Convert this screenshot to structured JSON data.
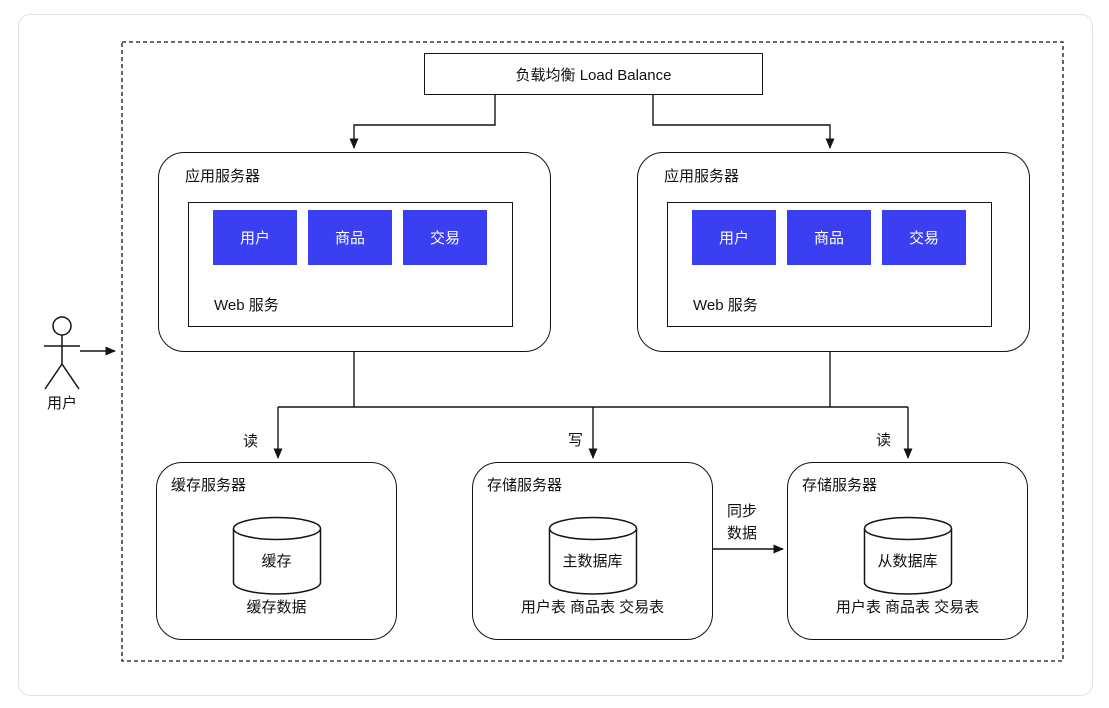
{
  "diagram": {
    "actor": {
      "label": "用户"
    },
    "load_balancer": {
      "label": "负载均衡 Load Balance"
    },
    "app_servers": [
      {
        "title": "应用服务器",
        "web_service_label": "Web 服务",
        "modules": [
          "用户",
          "商品",
          "交易"
        ]
      },
      {
        "title": "应用服务器",
        "web_service_label": "Web 服务",
        "modules": [
          "用户",
          "商品",
          "交易"
        ]
      }
    ],
    "cache_server": {
      "title": "缓存服务器",
      "database": "缓存",
      "caption": "缓存数据"
    },
    "master_storage": {
      "title": "存储服务器",
      "database": "主数据库",
      "caption": "用户表 商品表 交易表"
    },
    "slave_storage": {
      "title": "存储服务器",
      "database": "从数据库",
      "caption": "用户表 商品表 交易表"
    },
    "edge_labels": {
      "read_left": "读",
      "write": "写",
      "read_right": "读",
      "sync_line1": "同步",
      "sync_line2": "数据"
    },
    "colors": {
      "module_fill": "#3b3ff2",
      "module_text": "#ffffff",
      "line": "#141414"
    }
  }
}
